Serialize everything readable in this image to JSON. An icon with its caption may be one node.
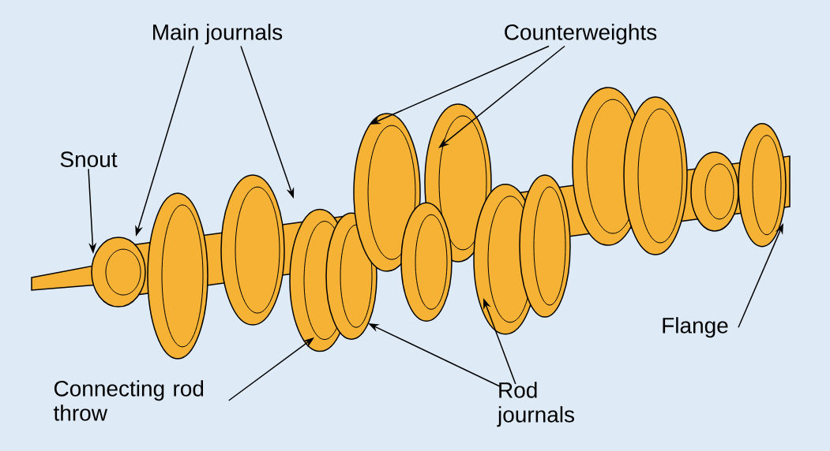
{
  "diagram": {
    "nodes": [
      {
        "text": [
          "Main journals"
        ]
      },
      {
        "text": [
          "Counterweights"
        ]
      },
      {
        "text": [
          "Snout"
        ]
      },
      {
        "text": [
          "Flange"
        ]
      },
      {
        "text": [
          "Connecting rod throw"
        ]
      },
      {
        "text": [
          "Rod journals"
        ]
      }
    ],
    "edges": [
      {
        "from": 0,
        "to": null,
        "arrow": "to"
      },
      {
        "from": 0,
        "to": null,
        "arrow": "to"
      },
      {
        "from": 1,
        "to": null,
        "arrow": "to"
      },
      {
        "from": 1,
        "to": null,
        "arrow": "to"
      },
      {
        "from": 2,
        "to": null,
        "arrow": "to"
      },
      {
        "from": 3,
        "to": null,
        "arrow": "to"
      },
      {
        "from": 4,
        "to": null,
        "arrow": "to"
      },
      {
        "from": 5,
        "to": null,
        "arrow": "to"
      },
      {
        "from": 5,
        "to": null,
        "arrow": "to"
      }
    ]
  }
}
